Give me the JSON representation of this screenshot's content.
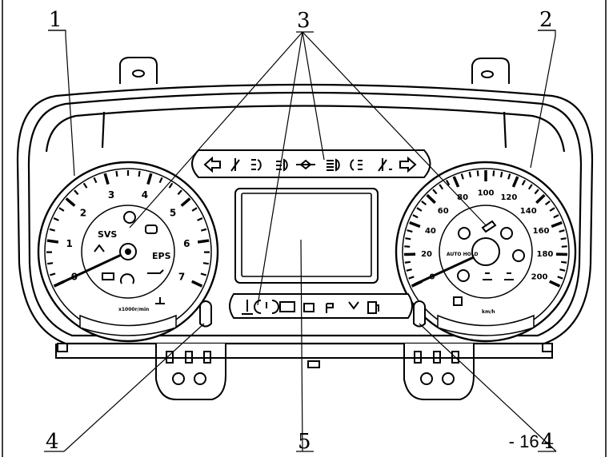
{
  "callouts": {
    "c1": "1",
    "c2": "2",
    "c3": "3",
    "c4a": "4",
    "c4b": "4",
    "c5": "5"
  },
  "tachometer": {
    "numbers": [
      "0",
      "1",
      "2",
      "3",
      "4",
      "5",
      "6",
      "7"
    ],
    "unit": "x1000r/min",
    "labels": {
      "svs": "SVS",
      "eps": "EPS"
    }
  },
  "speedometer": {
    "numbers": [
      "0",
      "20",
      "40",
      "60",
      "80",
      "100",
      "120",
      "140",
      "160",
      "180",
      "200"
    ],
    "unit": "km/h",
    "labels": {
      "auto_hold": "AUTO HOLD"
    }
  },
  "page_number": "- 16 -"
}
